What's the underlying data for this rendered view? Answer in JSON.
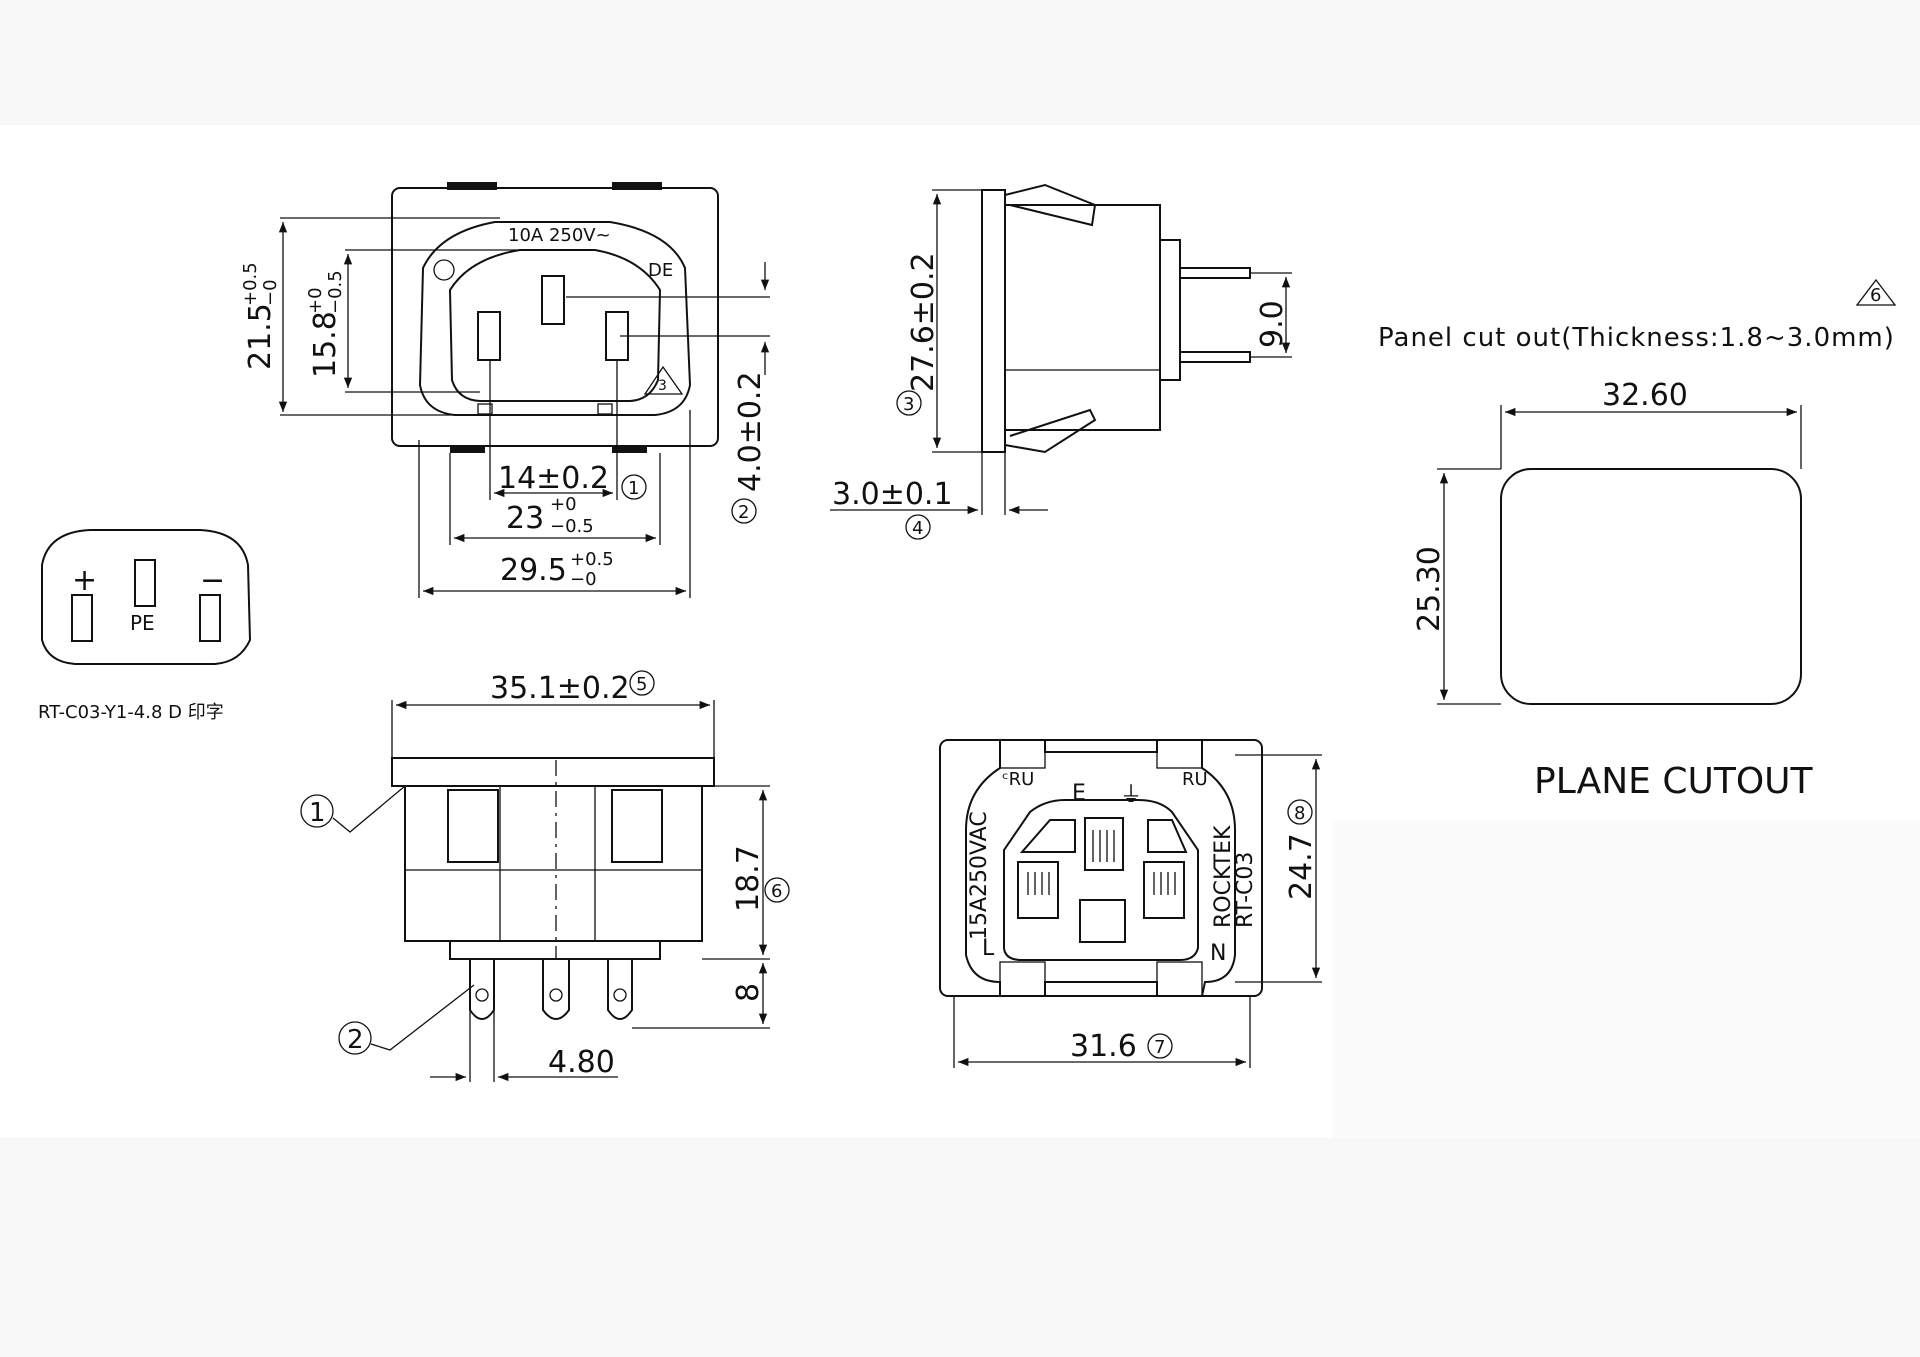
{
  "front_view": {
    "rating": "10A 250V~",
    "dim_height_outer": "21.5",
    "dim_height_outer_tol_upper": "+0.5",
    "dim_height_outer_tol_lower": "−0",
    "dim_height_inner": "15.8",
    "dim_height_inner_tol_upper": "+0",
    "dim_height_inner_tol_lower": "−0.5",
    "dim_pin_spacing": "14±0.2",
    "dim_inner_width": "23",
    "dim_inner_width_tol_upper": "+0",
    "dim_inner_width_tol_lower": "−0.5",
    "dim_outer_width": "29.5",
    "dim_outer_width_tol_upper": "+0.5",
    "dim_outer_width_tol_lower": "−0",
    "dim_pin_offset": "4.0±0.2",
    "marker_1": "1",
    "marker_2": "2",
    "marker_triangle": "3"
  },
  "side_view": {
    "dim_height": "27.6±0.2",
    "dim_pin_length": "9.0",
    "dim_thickness": "3.0±0.1",
    "marker_3": "3",
    "marker_4": "4"
  },
  "panel_cutout": {
    "marker_6": "6",
    "title": "Panel cut out(Thickness:1.8~3.0mm)",
    "dim_width": "32.60",
    "dim_height": "25.30",
    "label": "PLANE CUTOUT"
  },
  "pin_legend": {
    "plus": "+",
    "pe": "PE",
    "minus": "−",
    "caption": "RT-C03-Y1-4.8 D 印字"
  },
  "bottom_view": {
    "dim_flange_width": "35.1±0.2",
    "marker_5": "5",
    "dim_body_height": "18.7",
    "marker_6": "6",
    "dim_terminal_length": "8",
    "dim_terminal_pitch": "4.80",
    "callout_1": "1",
    "callout_2": "2"
  },
  "rear_view": {
    "rating": "15A250VAC",
    "brand": "ROCKTEK",
    "model": "RT-C03",
    "label_e": "E",
    "label_l": "L",
    "label_n": "N",
    "dim_width": "31.6",
    "marker_7": "7",
    "dim_height": "24.7",
    "marker_8": "8"
  }
}
